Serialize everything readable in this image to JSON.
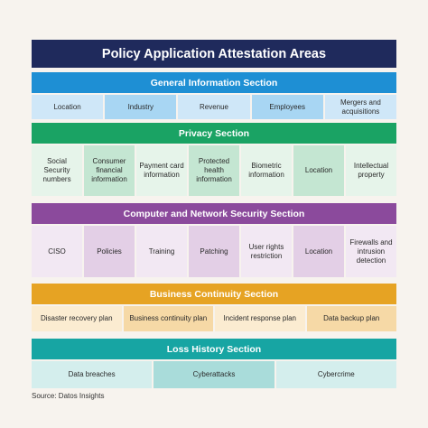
{
  "title": "Policy Application Attestation Areas",
  "sections": [
    {
      "header": "General Information Section",
      "header_color": "#1e8fd4",
      "items": [
        {
          "label": "Location",
          "color": "#cfe7f8"
        },
        {
          "label": "Industry",
          "color": "#a8d6f3"
        },
        {
          "label": "Revenue",
          "color": "#cfe7f8"
        },
        {
          "label": "Employees",
          "color": "#a8d6f3"
        },
        {
          "label": "Mergers and acquisitions",
          "color": "#cfe7f8"
        }
      ]
    },
    {
      "header": "Privacy Section",
      "header_color": "#1aa364",
      "items": [
        {
          "label": "Social Security numbers",
          "color": "#e6f4ea"
        },
        {
          "label": "Consumer financial information",
          "color": "#c4e6d2"
        },
        {
          "label": "Payment card information",
          "color": "#e6f4ea"
        },
        {
          "label": "Protected health information",
          "color": "#c4e6d2"
        },
        {
          "label": "Biometric information",
          "color": "#e6f4ea"
        },
        {
          "label": "Location",
          "color": "#c4e6d2"
        },
        {
          "label": "Intellectual property",
          "color": "#e6f4ea"
        }
      ]
    },
    {
      "header": "Computer and Network Security Section",
      "header_color": "#8b4a9c",
      "items": [
        {
          "label": "CISO",
          "color": "#f2e8f3"
        },
        {
          "label": "Policies",
          "color": "#e3cfe6"
        },
        {
          "label": "Training",
          "color": "#f2e8f3"
        },
        {
          "label": "Patching",
          "color": "#e3cfe6"
        },
        {
          "label": "User rights restriction",
          "color": "#f2e8f3"
        },
        {
          "label": "Location",
          "color": "#e3cfe6"
        },
        {
          "label": "Firewalls and intrusion detection",
          "color": "#f2e8f3"
        }
      ]
    },
    {
      "header": "Business Continuity Section",
      "header_color": "#e6a323",
      "items": [
        {
          "label": "Disaster recovery plan",
          "color": "#fbecd1"
        },
        {
          "label": "Business continuity plan",
          "color": "#f6d9a6"
        },
        {
          "label": "Incident response plan",
          "color": "#fbecd1"
        },
        {
          "label": "Data backup plan",
          "color": "#f6d9a6"
        }
      ]
    },
    {
      "header": "Loss History Section",
      "header_color": "#17a5a3",
      "items": [
        {
          "label": "Data breaches",
          "color": "#d4eeed"
        },
        {
          "label": "Cyberattacks",
          "color": "#a9dcda"
        },
        {
          "label": "Cybercrime",
          "color": "#d4eeed"
        }
      ]
    }
  ],
  "source": "Source: Datos Insights"
}
